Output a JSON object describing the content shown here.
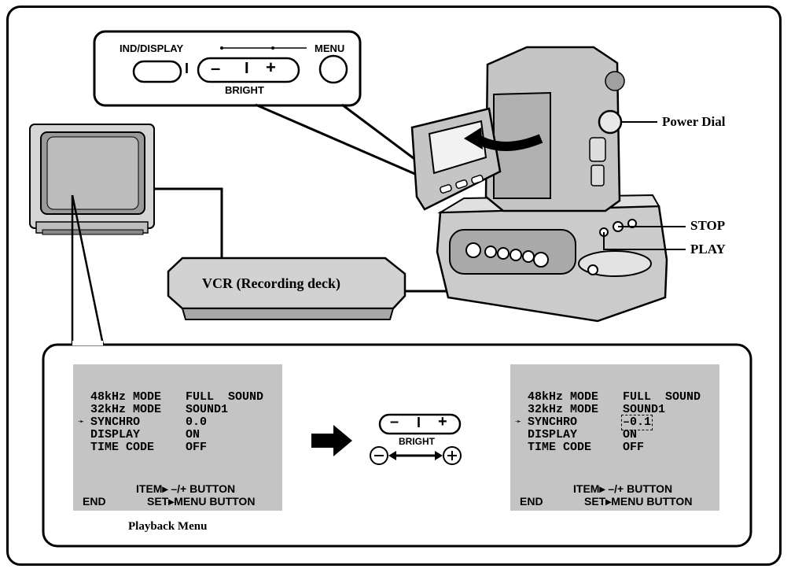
{
  "controls": {
    "ind_display": "IND/DISPLAY",
    "menu": "MENU",
    "bright": "BRIGHT",
    "minus": "–",
    "divider": "I",
    "plus": "+"
  },
  "labels": {
    "power_dial": "Power Dial",
    "stop": "STOP",
    "play": "PLAY",
    "vcr": "VCR (Recording deck)"
  },
  "menu_before": {
    "rows": [
      {
        "item": "48kHz MODE",
        "value": "FULL  SOUND"
      },
      {
        "item": "32kHz MODE",
        "value": "SOUND1"
      },
      {
        "item": "SYNCHRO",
        "value": "0.0"
      },
      {
        "item": "DISPLAY",
        "value": "ON"
      },
      {
        "item": "TIME CODE",
        "value": "OFF"
      }
    ],
    "item_hint": "ITEM▸ –/+ BUTTON",
    "set_hint": "SET▸MENU BUTTON",
    "end": "END"
  },
  "menu_after": {
    "rows": [
      {
        "item": "48kHz MODE",
        "value": "FULL  SOUND"
      },
      {
        "item": "32kHz MODE",
        "value": "SOUND1"
      },
      {
        "item": "SYNCHRO",
        "value": "–0.1"
      },
      {
        "item": "DISPLAY",
        "value": "ON"
      },
      {
        "item": "TIME CODE",
        "value": "OFF"
      }
    ],
    "item_hint": "ITEM▸ –/+ BUTTON",
    "set_hint": "SET▸MENU BUTTON",
    "end": "END"
  },
  "caption": "Playback Menu",
  "middle": {
    "bright": "BRIGHT",
    "minus": "–",
    "divider": "I",
    "plus": "+"
  },
  "colors": {
    "menu_bg": "#c4c4c4",
    "device": "#bdbdbd",
    "vcr": "#d2d2d2"
  }
}
